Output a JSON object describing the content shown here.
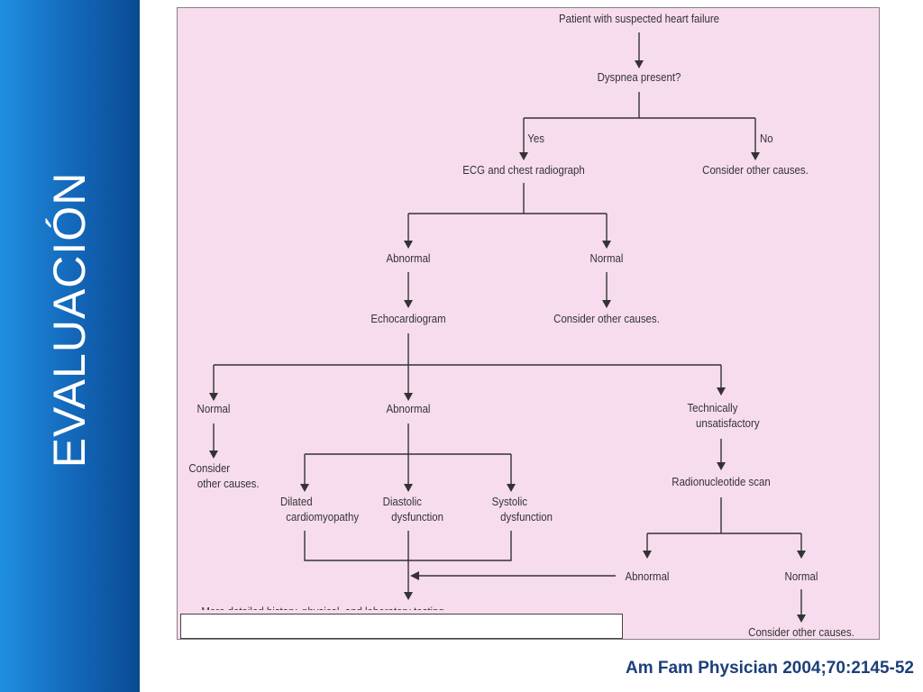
{
  "sidebar": {
    "title": "EVALUACIÓN"
  },
  "citation": "Am Fam Physician 2004;70:2145-52",
  "flowchart": {
    "start": "Patient with suspected heart failure",
    "dyspnea": "Dyspnea present?",
    "yes": "Yes",
    "no": "No",
    "ecg": "ECG and chest radiograph",
    "consider_top": "Consider other causes.",
    "abnormal_ecg": "Abnormal",
    "normal_ecg": "Normal",
    "echo": "Echocardiogram",
    "consider_ecg_normal": "Consider other causes.",
    "normal_echo": "Normal",
    "abnormal_echo": "Abnormal",
    "technically": "Technically\n   unsatisfactory",
    "consider_echo_normal": "Consider\n   other causes.",
    "dilated": "Dilated\n  cardiomyopathy",
    "diastolic": "Diastolic\n   dysfunction",
    "systolic": "Systolic\n   dysfunction",
    "radionucleotide": "Radionucleotide scan",
    "abnormal_scan": "Abnormal",
    "normal_scan": "Normal",
    "more_testing": "More detailed history, physical, and laboratory testing",
    "consider_scan_normal": "Consider other causes."
  }
}
